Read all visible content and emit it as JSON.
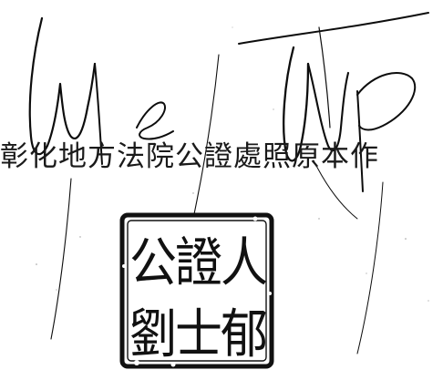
{
  "document": {
    "certification_text": "彰化地方法院公證處照原本作",
    "seal": {
      "characters": [
        "公",
        "證",
        "人",
        "劉",
        "士",
        "郁"
      ],
      "ink_color": "#111111"
    },
    "signature": {
      "ink_color": "#0d0d0d"
    }
  }
}
